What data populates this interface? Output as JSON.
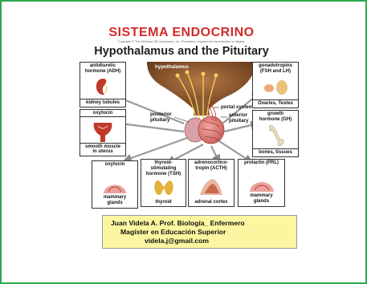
{
  "title": "SISTEMA ENDOCRINO",
  "copyright": "Copyright © The McGraw-Hill Companies, Inc. Permission required for reproduction or display.",
  "subtitle": "Hypothalamus and the Pituitary",
  "labels": {
    "hypothalamus": "hypothalamus",
    "portal_system": "portal system",
    "anterior_pituitary_1": "anterior",
    "anterior_pituitary_2": "pituitary",
    "posterior_pituitary_1": "posterior",
    "posterior_pituitary_2": "pituitary"
  },
  "boxes": {
    "adh": {
      "header_1": "antidiuretic",
      "header_2": "hormone (ADH)",
      "footer": "kidney tubules"
    },
    "oxytocin_uterus": {
      "header": "oxytocin",
      "footer_1": "smooth muscle",
      "footer_2": "in uterus"
    },
    "oxytocin_mammary": {
      "header": "oxytocin",
      "footer_1": "mammary",
      "footer_2": "glands"
    },
    "tsh": {
      "header_1": "thyroid-",
      "header_2": "stimulating",
      "header_3": "hormone (TSH)",
      "footer": "thyroid"
    },
    "acth": {
      "header_1": "adrenocortico-",
      "header_2": "tropin (ACTH)",
      "footer": "adrenal cortex"
    },
    "prl": {
      "header": "prolactin (PRL)",
      "footer_1": "mammary",
      "footer_2": "glands"
    },
    "gonadotropins": {
      "header_1": "gonadotropins",
      "header_2": "(FSH and LH)",
      "footer": "Ovaries, Testes"
    },
    "gh": {
      "header_1": "growth",
      "header_2": "hormone (GH)",
      "footer": "bones, tissues"
    }
  },
  "credit": {
    "line1": "Juan Videla A.  Prof. Biología_ Enfermero",
    "line2": "Magíster en Educación Superior",
    "line3": "videla.j@gmail.com"
  },
  "colors": {
    "title_red": "#d42a2a",
    "frame_green": "#2fa84a",
    "credit_yellow": "#fdf6a0",
    "brain_brown": "#7a4a28"
  }
}
